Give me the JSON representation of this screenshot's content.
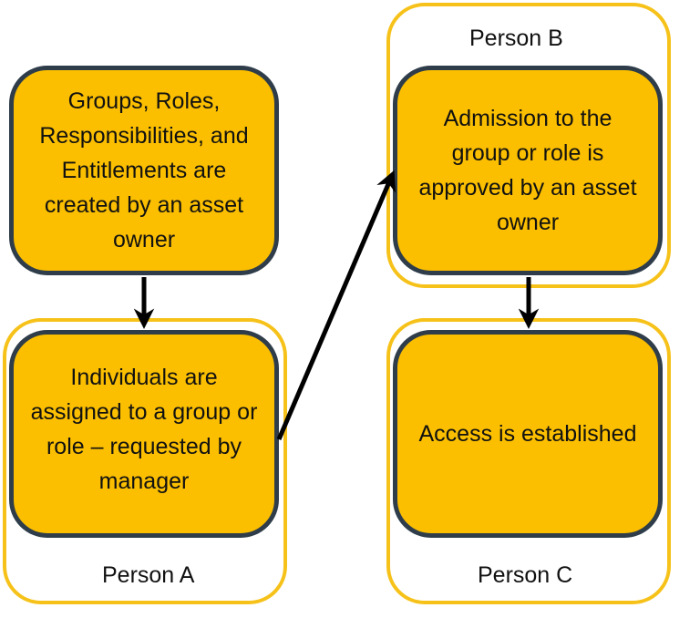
{
  "nodes": {
    "groups_roles": "Groups, Roles, Responsibilities, and Entitlements are created by an asset owner",
    "individuals_assigned": "Individuals are assigned to a group or role – requested by manager",
    "admission_approved": "Admission to the group or role is approved by an asset owner",
    "access_established": "Access is established"
  },
  "persons": {
    "a": "Person A",
    "b": "Person B",
    "c": "Person C"
  },
  "colors": {
    "node_fill": "#fbbf00",
    "node_border": "#2f3d4a",
    "outline": "#f6c21a",
    "arrow": "#000000"
  }
}
